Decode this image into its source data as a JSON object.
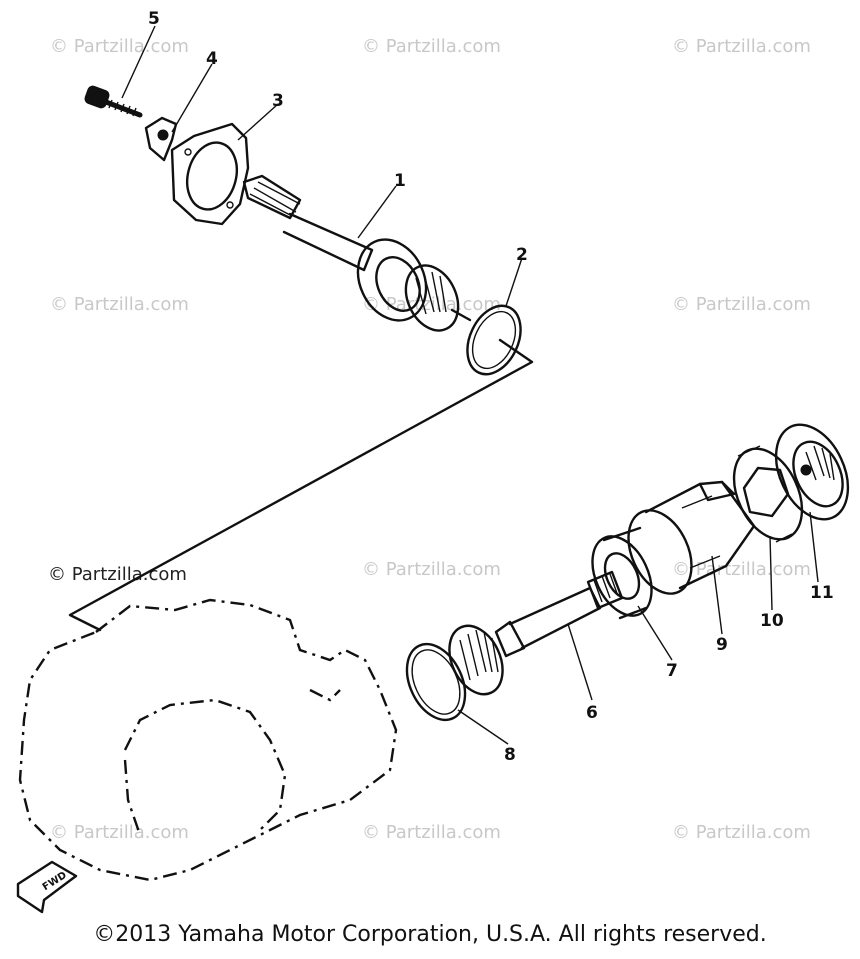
{
  "watermarks": [
    "© Partzilla.com",
    "© Partzilla.com",
    "© Partzilla.com",
    "© Partzilla.com",
    "© Partzilla.com",
    "© Partzilla.com",
    "© Partzilla.com",
    "© Partzilla.com",
    "© Partzilla.com",
    "© Partzilla.com",
    "© Partzilla.com"
  ],
  "watermark_dark": "© Partzilla.com",
  "callouts": [
    "1",
    "2",
    "3",
    "4",
    "5",
    "6",
    "7",
    "8",
    "9",
    "10",
    "11"
  ],
  "fwd_label": "FWD",
  "copyright": "©2013 Yamaha Motor Corporation, U.S.A. All rights reserved."
}
